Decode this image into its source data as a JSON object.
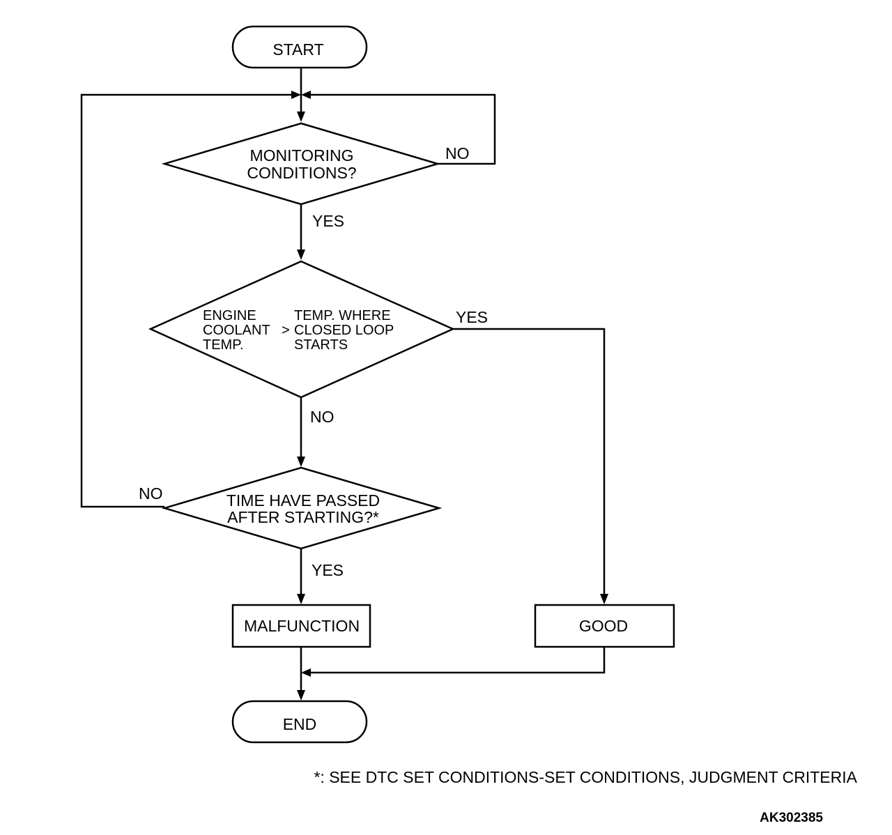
{
  "nodes": {
    "start": "START",
    "monitoring_line1": "MONITORING",
    "monitoring_line2": "CONDITIONS?",
    "coolant_left1": "ENGINE",
    "coolant_left2": "COOLANT",
    "coolant_left3": "TEMP.",
    "coolant_op": ">",
    "coolant_right1": "TEMP. WHERE",
    "coolant_right2": "CLOSED LOOP",
    "coolant_right3": "STARTS",
    "time_line1": "TIME HAVE PASSED",
    "time_line2": "AFTER STARTING?*",
    "malfunction": "MALFUNCTION",
    "good": "GOOD",
    "end": "END"
  },
  "edges": {
    "monitoring_no": "NO",
    "monitoring_yes": "YES",
    "coolant_yes": "YES",
    "coolant_no": "NO",
    "time_no": "NO",
    "time_yes": "YES"
  },
  "footnote": "*: SEE DTC SET CONDITIONS-SET CONDITIONS, JUDGMENT CRITERIA",
  "figure_id": "AK302385"
}
